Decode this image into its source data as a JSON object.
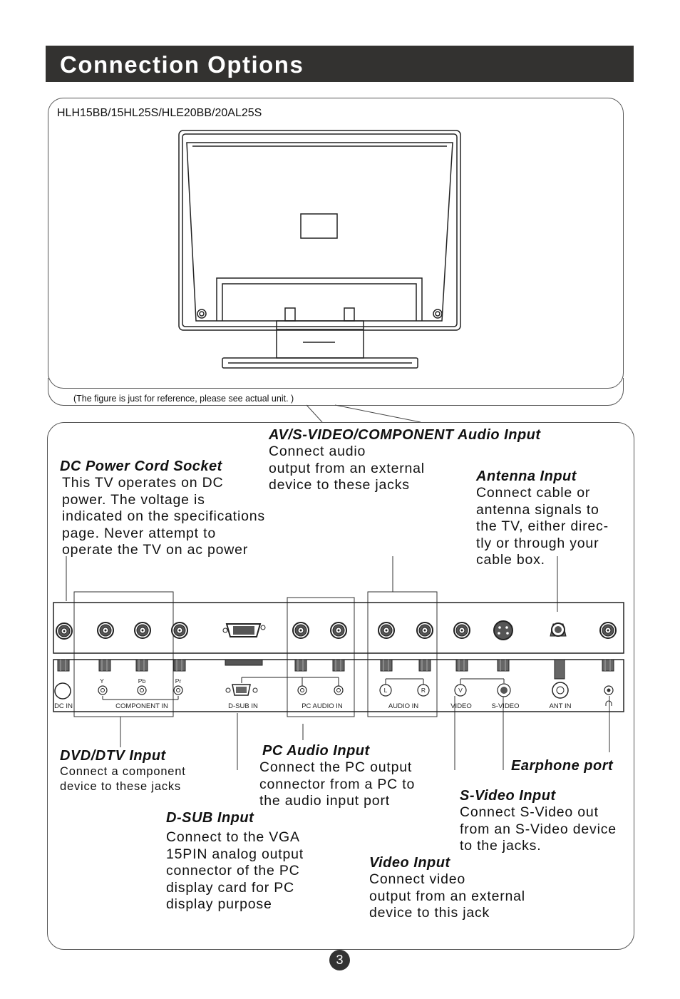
{
  "header": {
    "title": "Connection Options"
  },
  "figure": {
    "model": "HLH15BB/15HL25S/HLE20BB/20AL25S",
    "note": "(The figure is just for reference, please see actual unit. )"
  },
  "callouts": {
    "av": {
      "title": "AV/S-VIDEO/COMPONENT Audio Input",
      "lines": [
        "Connect audio",
        "output from an external",
        "device to these jacks"
      ]
    },
    "dc": {
      "title": "DC Power Cord Socket",
      "lines": [
        "This TV operates on DC",
        "power. The voltage is",
        "indicated on the specifications",
        "page. Never attempt to",
        "operate the TV on ac power"
      ]
    },
    "antenna": {
      "title": "Antenna Input",
      "lines": [
        "Connect cable or",
        "antenna signals to",
        "the TV, either direc-",
        "tly or through your",
        "cable box."
      ]
    },
    "dvd": {
      "title": "DVD/DTV Input",
      "lines": [
        "Connect a component",
        "device to these jacks"
      ]
    },
    "pc_audio": {
      "title": "PC Audio Input",
      "lines": [
        "Connect the PC output",
        "connector from a PC to",
        "the audio input port"
      ]
    },
    "earphone": {
      "title": "Earphone port"
    },
    "svideo": {
      "title": "S-Video Input",
      "lines": [
        "Connect S-Video out",
        "from an S-Video device",
        "to the jacks."
      ]
    },
    "dsub": {
      "title": "D-SUB  Input",
      "lines": [
        "Connect to the VGA",
        "15PIN analog output",
        "connector of the PC",
        "display card for PC",
        "display purpose"
      ]
    },
    "video": {
      "title": "Video Input",
      "lines": [
        "Connect video",
        "output from an external",
        "device to this jack"
      ]
    }
  },
  "panel": {
    "labels": {
      "dc_in": "DC IN",
      "component_in": "COMPONENT IN",
      "dsub_in": "D-SUB IN",
      "pc_audio_in": "PC AUDIO IN",
      "audio_in": "AUDIO IN",
      "video": "VIDEO",
      "svideo": "S-VIDEO",
      "ant_in": "ANT IN"
    },
    "jack_marks": {
      "y": "Y",
      "pb": "Pb",
      "pr": "Pr",
      "l": "L",
      "r": "R",
      "v": "V"
    }
  },
  "page_number": "3"
}
